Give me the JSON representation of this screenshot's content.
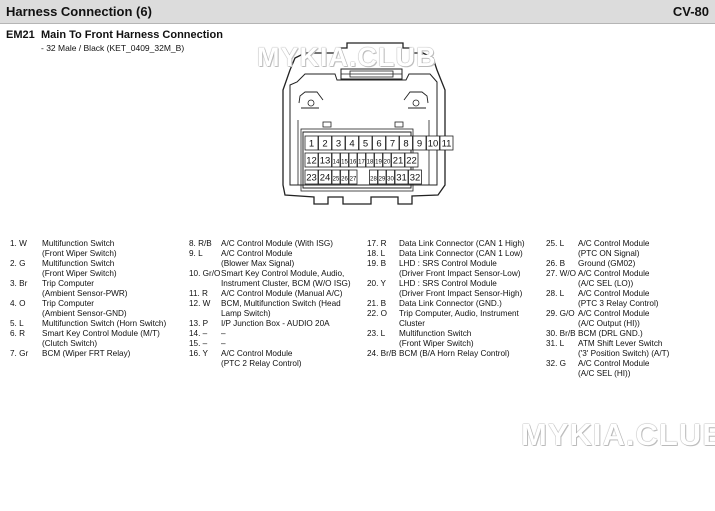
{
  "header": {
    "title": "Harness Connection (6)",
    "page": "CV-80"
  },
  "connector": {
    "code": "EM21",
    "title": "Main To Front Harness Connection",
    "subtitle": "- 32 Male / Black (KET_0409_32M_B)",
    "pins_row1": [
      "1",
      "2",
      "3",
      "4",
      "5",
      "6",
      "7",
      "8",
      "9",
      "10",
      "11"
    ],
    "pins_row2": [
      "12",
      "13",
      "14",
      "15",
      "16",
      "17",
      "18",
      "19",
      "20",
      "21",
      "22"
    ],
    "pins_row3": [
      "23",
      "24",
      "25",
      "26",
      "27",
      "28",
      "29",
      "30",
      "31",
      "32"
    ]
  },
  "watermarks": {
    "top": "MYKIA.CLUB",
    "bottom": "MYKIA.CLUB"
  },
  "columns": [
    [
      {
        "pin": "1. W",
        "desc": [
          "Multifunction Switch",
          "(Front Wiper Switch)"
        ]
      },
      {
        "pin": "2. G",
        "desc": [
          "Multifunction Switch",
          "(Front Wiper Switch)"
        ]
      },
      {
        "pin": "3. Br",
        "desc": [
          "Trip Computer",
          "(Ambient Sensor-PWR)"
        ]
      },
      {
        "pin": "4. O",
        "desc": [
          "Trip Computer",
          "(Ambient Sensor-GND)"
        ]
      },
      {
        "pin": "5. L",
        "desc": [
          "Multifunction Switch (Horn Switch)"
        ]
      },
      {
        "pin": "6. R",
        "desc": [
          "Smart Key Control Module (M/T)",
          "(Clutch Switch)"
        ]
      },
      {
        "pin": "7. Gr",
        "desc": [
          "BCM (Wiper FRT Relay)"
        ]
      }
    ],
    [
      {
        "pin": "8. R/B",
        "desc": [
          "A/C Control Module (With ISG)"
        ]
      },
      {
        "pin": "9. L",
        "desc": [
          "A/C Control Module",
          "(Blower Max Signal)"
        ]
      },
      {
        "pin": "10. Gr/O",
        "desc": [
          "Smart Key Control Module, Audio,",
          "Instrument Cluster, BCM (W/O ISG)"
        ]
      },
      {
        "pin": "11. R",
        "desc": [
          "A/C Control Module (Manual A/C)"
        ]
      },
      {
        "pin": "12. W",
        "desc": [
          "BCM, Multifunction Switch (Head",
          "Lamp Switch)"
        ]
      },
      {
        "pin": "13. P",
        "desc": [
          "I/P Junction Box - AUDIO 20A"
        ]
      },
      {
        "pin": "14. –",
        "desc": [
          "–"
        ]
      },
      {
        "pin": "15. –",
        "desc": [
          "–"
        ]
      },
      {
        "pin": "16. Y",
        "desc": [
          "A/C Control Module",
          "(PTC 2 Relay Control)"
        ]
      }
    ],
    [
      {
        "pin": "17. R",
        "desc": [
          "Data Link Connector (CAN 1 High)"
        ]
      },
      {
        "pin": "18. L",
        "desc": [
          "Data Link Connector (CAN 1 Low)"
        ]
      },
      {
        "pin": "19. B",
        "desc": [
          "LHD : SRS Control Module",
          "(Driver Front Impact Sensor-Low)"
        ]
      },
      {
        "pin": "20. Y",
        "desc": [
          "LHD : SRS Control Module",
          "(Driver Front Impact Sensor-High)"
        ]
      },
      {
        "pin": "21. B",
        "desc": [
          "Data Link Connector (GND.)"
        ]
      },
      {
        "pin": "22. O",
        "desc": [
          "Trip Computer, Audio, Instrument",
          "Cluster"
        ]
      },
      {
        "pin": "23. L",
        "desc": [
          "Multifunction Switch",
          "(Front Wiper Switch)"
        ]
      },
      {
        "pin": "24. Br/B",
        "desc": [
          "BCM (B/A Horn Relay Control)"
        ]
      }
    ],
    [
      {
        "pin": "25. L",
        "desc": [
          "A/C Control Module",
          "(PTC ON Signal)"
        ]
      },
      {
        "pin": "26. B",
        "desc": [
          "Ground (GM02)"
        ]
      },
      {
        "pin": "27. W/O",
        "desc": [
          "A/C Control Module",
          "(A/C SEL (LO))"
        ]
      },
      {
        "pin": "28. L",
        "desc": [
          "A/C Control Module",
          "(PTC 3 Relay Control)"
        ]
      },
      {
        "pin": "29. G/O",
        "desc": [
          "A/C Control Module",
          "(A/C Output (HI))"
        ]
      },
      {
        "pin": "30. Br/B",
        "desc": [
          "BCM (DRL GND.)"
        ]
      },
      {
        "pin": "31. L",
        "desc": [
          "ATM Shift Lever Switch",
          "('3' Position Switch) (A/T)"
        ]
      },
      {
        "pin": "32. G",
        "desc": [
          "A/C Control Module",
          "(A/C SEL (HI))"
        ]
      }
    ]
  ]
}
